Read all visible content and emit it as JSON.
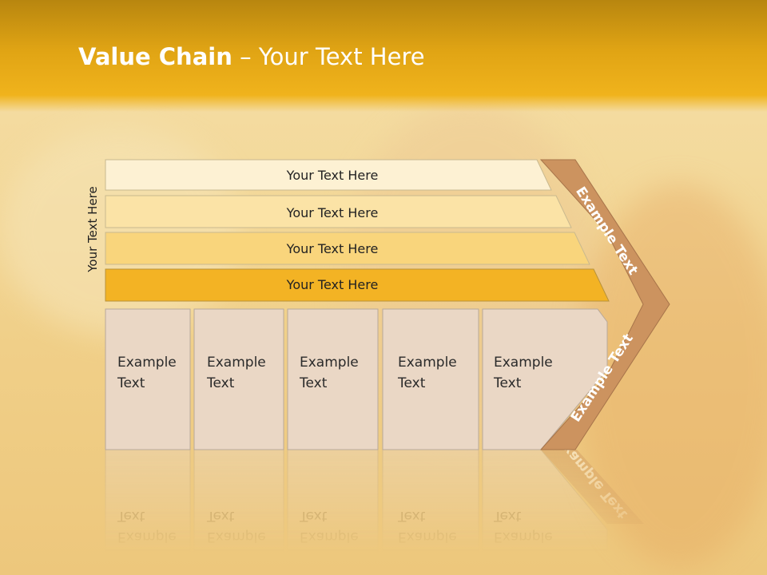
{
  "title": {
    "bold": "Value Chain",
    "rest": " – Your Text Here"
  },
  "side_label": "Your Text Here",
  "bars": [
    {
      "label": "Your Text Here",
      "color": "#fdf1d3"
    },
    {
      "label": "Your Text Here",
      "color": "#fbe3a6"
    },
    {
      "label": "Your Text Here",
      "color": "#f9d57c"
    },
    {
      "label": "Your Text Here",
      "color": "#f3b324"
    }
  ],
  "boxes": [
    {
      "line1": "Example",
      "line2": "Text"
    },
    {
      "line1": "Example",
      "line2": "Text"
    },
    {
      "line1": "Example",
      "line2": "Text"
    },
    {
      "line1": "Example",
      "line2": "Text"
    },
    {
      "line1": "Example",
      "line2": "Text"
    }
  ],
  "chevron": {
    "upper": "Example Text",
    "lower": "Example Text",
    "color": "#cc935f"
  },
  "colors": {
    "header": "#e8a918",
    "box_fill": "#ead7c5",
    "box_border": "#b8a89a"
  }
}
